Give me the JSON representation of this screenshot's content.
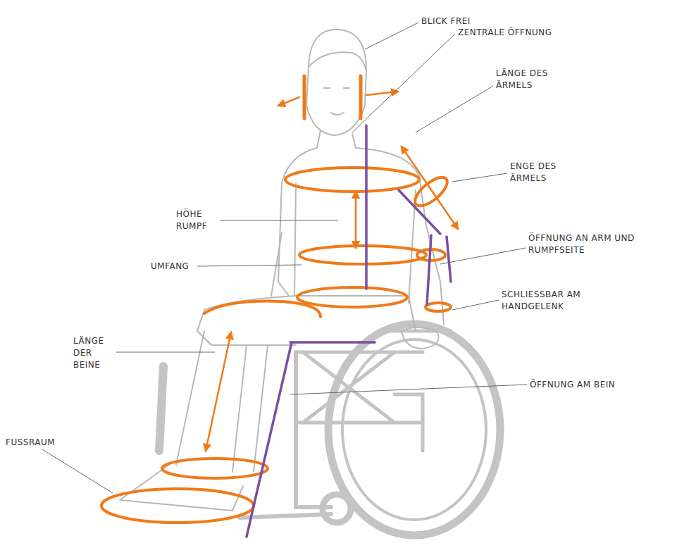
{
  "diagram": {
    "labels": [
      "BLICK FREI",
      "ZENTRALE ÖFFNUNG",
      "LÄNGE DES ÄRMELS",
      "ENGE DES ÄRMELS",
      "HÖHE RUMPF",
      "ÖFFNUNG AN ARM UND RUMPFSEITE",
      "UMFANG",
      "SCHLIESSBAR AM HANDGELENK",
      "LÄNGE DER BEINE",
      "ÖFFNUNG AM BEIN",
      "FUSSRAUM"
    ]
  }
}
